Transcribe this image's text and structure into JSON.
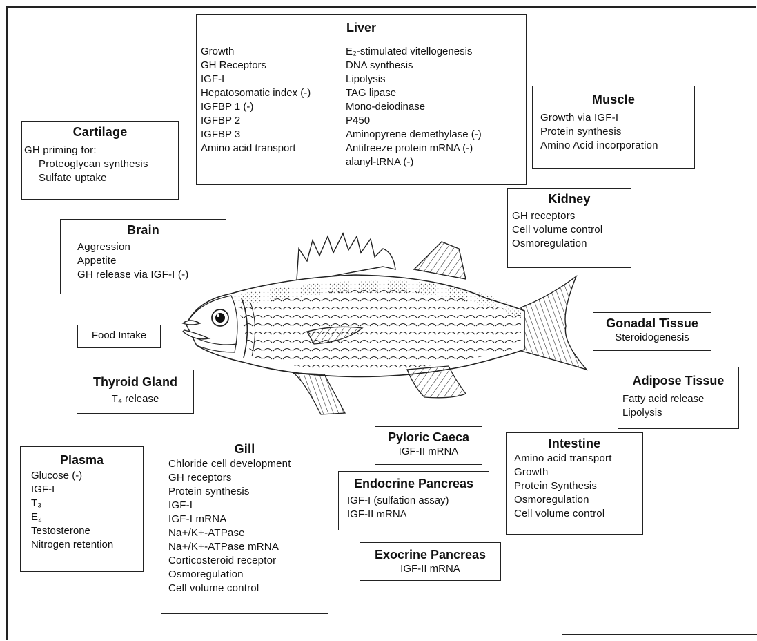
{
  "liver": {
    "title": "Liver",
    "col1": [
      "Growth",
      "GH Receptors",
      "IGF-I",
      "Hepatosomatic index (-)",
      "IGFBP 1 (-)",
      "IGFBP 2",
      "IGFBP 3",
      "Amino acid transport"
    ],
    "col2": [
      "E₂-stimulated vitellogenesis",
      "DNA synthesis",
      "Lipolysis",
      "TAG lipase",
      "Mono-deiodinase",
      "P450",
      "Aminopyrene demethylase (-)",
      "Antifreeze protein mRNA (-)",
      "alanyl-tRNA (-)"
    ]
  },
  "muscle": {
    "title": "Muscle",
    "items": [
      "Growth via IGF-I",
      "Protein synthesis",
      "Amino Acid incorporation"
    ]
  },
  "cartilage": {
    "title": "Cartilage",
    "items": [
      "GH priming for:",
      "Proteoglycan synthesis",
      "Sulfate uptake"
    ]
  },
  "kidney": {
    "title": "Kidney",
    "items": [
      "GH receptors",
      "Cell volume control",
      "Osmoregulation"
    ]
  },
  "brain": {
    "title": "Brain",
    "items": [
      "Aggression",
      "Appetite",
      "GH release via IGF-I (-)"
    ]
  },
  "food_intake": {
    "label": "Food Intake"
  },
  "gonadal": {
    "title": "Gonadal Tissue",
    "items": [
      "Steroidogenesis"
    ]
  },
  "thyroid": {
    "title": "Thyroid Gland",
    "items": [
      "T₄ release"
    ]
  },
  "adipose": {
    "title": "Adipose Tissue",
    "items": [
      "Fatty acid release",
      "Lipolysis"
    ]
  },
  "pyloric": {
    "title": "Pyloric Caeca",
    "items": [
      "IGF-II mRNA"
    ]
  },
  "plasma": {
    "title": "Plasma",
    "items": [
      "Glucose (-)",
      "IGF-I",
      "T₃",
      "E₂",
      "Testosterone",
      "Nitrogen retention"
    ]
  },
  "gill": {
    "title": "Gill",
    "items": [
      "Chloride cell development",
      "GH receptors",
      "Protein synthesis",
      "IGF-I",
      "IGF-I mRNA",
      "Na+/K+-ATPase",
      "Na+/K+-ATPase mRNA",
      "Corticosteroid receptor",
      "Osmoregulation",
      "Cell volume control"
    ]
  },
  "endocrine": {
    "title": "Endocrine Pancreas",
    "items": [
      "IGF-I (sulfation assay)",
      "IGF-II mRNA"
    ]
  },
  "intestine": {
    "title": "Intestine",
    "items": [
      "Amino acid transport",
      "Growth",
      "Protein Synthesis",
      "Osmoregulation",
      "Cell volume control"
    ]
  },
  "exocrine": {
    "title": "Exocrine Pancreas",
    "items": [
      "IGF-II mRNA"
    ]
  },
  "colors": {
    "line": "#222222",
    "background": "#ffffff"
  }
}
